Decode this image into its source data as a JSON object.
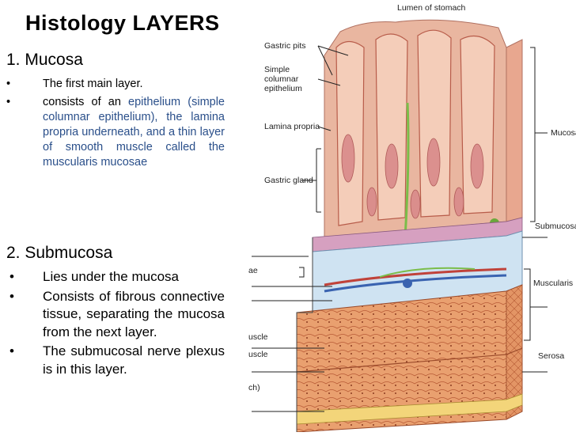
{
  "title": "Histology  LAYERS",
  "section1": {
    "heading": "1. Mucosa",
    "bullet_symbol": "•",
    "bullet1": "The first main layer.",
    "bullet2_prefix": "consists of an ",
    "bullet2_highlight": "epithelium (simple columnar epithelium), the lamina propria underneath, and a thin layer of smooth muscle called the muscularis mucosae"
  },
  "section2": {
    "heading": "2. Submucosa",
    "bullet_symbol": "•",
    "bullet1": "Lies under the mucosa",
    "bullet2": "Consists of fibrous connective tissue, separating the mucosa from the next layer.",
    "bullet3": "The submucosal nerve plexus is in this layer."
  },
  "figure": {
    "lumen": "Lumen of stomach",
    "gastric_pits": "Gastric pits",
    "simple_columnar": "Simple columnar epithelium",
    "lamina_propria": "Lamina propria",
    "gastric_gland": "Gastric gland",
    "mucosa": "Mucosa",
    "submucosa": "Submucosa",
    "muscularis": "Muscularis",
    "serosa": "Serosa",
    "left_cut_1": "ae",
    "left_cut_2": "uscle",
    "left_cut_3": "uscle",
    "left_cut_4": "ch)"
  },
  "colors": {
    "text_blue": "#2a4f8a",
    "mucosa_fill": "#e9b6a0",
    "submucosa_fill": "#cfe3f2",
    "muscle_fill": "#e9a06f",
    "gland_pink": "#d98a8a"
  }
}
